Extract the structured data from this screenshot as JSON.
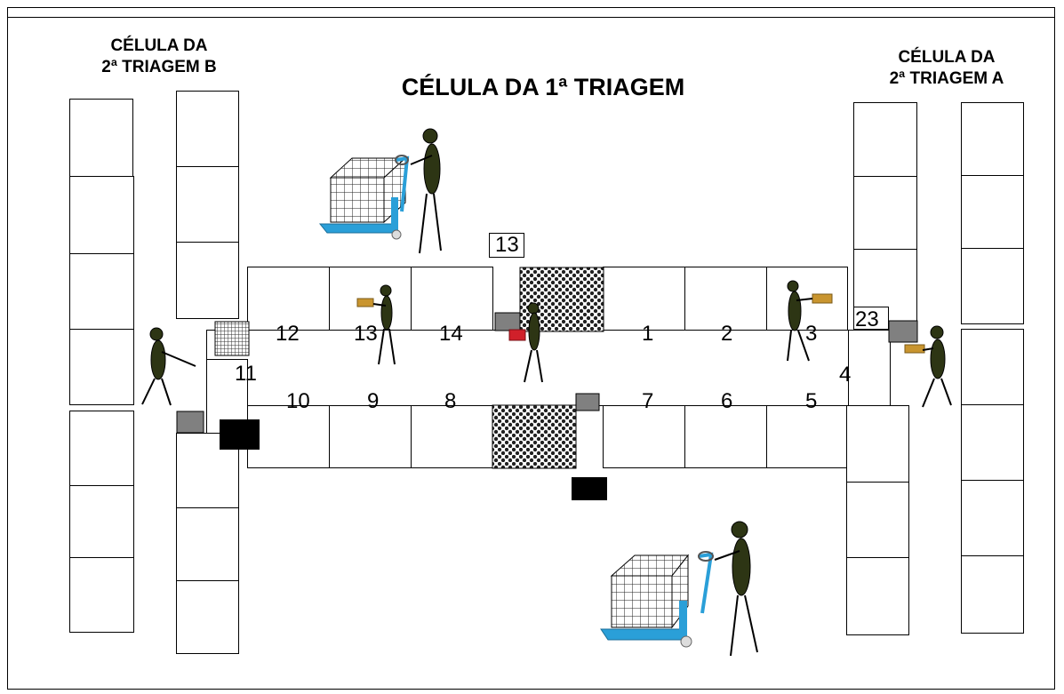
{
  "titles": {
    "main": "CÉLULA DA 1ª TRIAGEM",
    "left_line1": "CÉLULA DA",
    "left_line2": "2ª TRIAGEM B",
    "right_line1": "CÉLULA DA",
    "right_line2": "2ª TRIAGEM A"
  },
  "labels": {
    "n1": "1",
    "n2": "2",
    "n3": "3",
    "n4": "4",
    "n5": "5",
    "n6": "6",
    "n7": "7",
    "n8": "8",
    "n9": "9",
    "n10": "10",
    "n11": "11",
    "n12": "12",
    "n13": "13",
    "n14": "14",
    "n13_box": "13",
    "n23_box": "23"
  },
  "colors": {
    "figure": "#2d3514",
    "pallet_jack": "#2a9fd8",
    "gray_box": "#808080",
    "black_box": "#000000",
    "small_box": "#c9952f",
    "red_box": "#d0202a"
  }
}
